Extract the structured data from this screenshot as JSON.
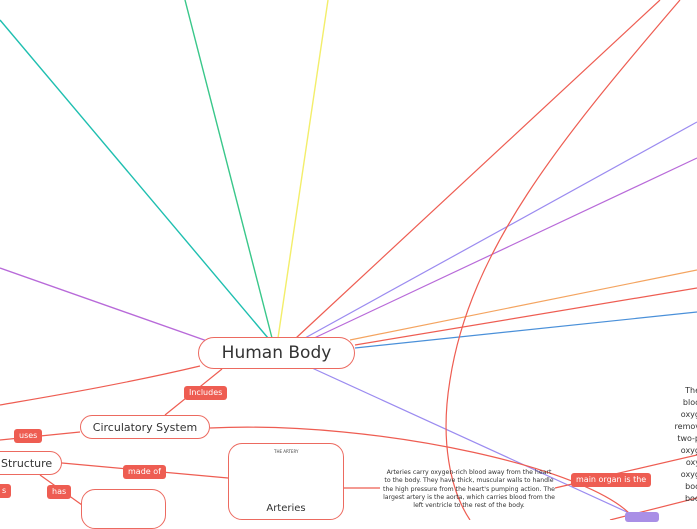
{
  "root": {
    "label": "Human Body"
  },
  "nodes": {
    "circulatory": "Circulatory System",
    "structure": "Structure"
  },
  "labels": {
    "includes": "Includes",
    "uses": "uses",
    "made_of": "made of",
    "has": "has",
    "main_organ": "main organ is the",
    "partial_s": "s"
  },
  "arteries": {
    "title": "Arteries",
    "image_heading": "THE ARTERY",
    "description": "Arteries carry oxygen-rich blood away from the heart to the body. They have thick, muscular walls to handle the high pressure from the heart's pumping action. The largest artery is the aorta, which carries blood from the left ventricle to the rest of the body."
  },
  "right_fragment": [
    "The",
    "bloo",
    "oxyg",
    "remov",
    "two-p",
    "oxyg",
    "oxy",
    "oxyg",
    "boo",
    "bod"
  ],
  "colors": {
    "accent": "#ee5d52",
    "teal": "#1fbfb0",
    "green": "#39c78a",
    "yellow": "#f3ee6a",
    "purple": "#a98fe6",
    "orange": "#f4a460",
    "blue": "#4a90d9"
  }
}
